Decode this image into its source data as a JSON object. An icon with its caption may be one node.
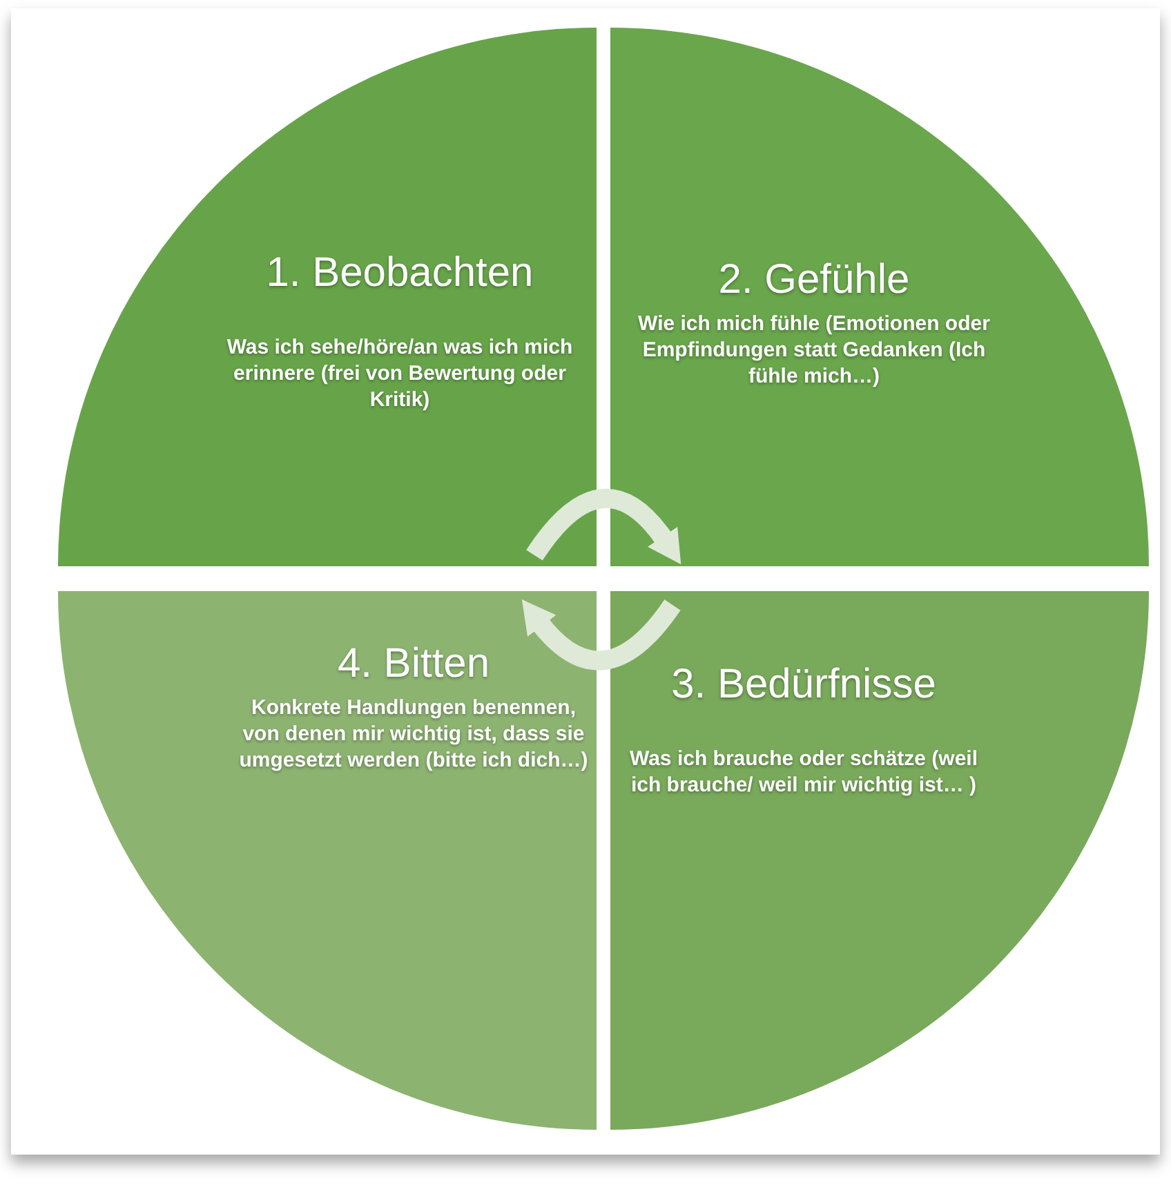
{
  "diagram": {
    "nodes": [
      {
        "text": [
          "1. Beobachten",
          "Was ich sehe/höre/an was ich mich erinnere (frei von Bewertung oder Kritik)"
        ]
      },
      {
        "text": [
          "2. Gefühle",
          "Wie ich mich fühle (Emotionen oder Empfindungen statt Gedanken (Ich fühle mich…)"
        ]
      },
      {
        "text": [
          "4. Bitten",
          "Konkrete Handlungen benennen, von denen mir wichtig ist, dass sie umgesetzt werden (bitte ich dich…)"
        ]
      },
      {
        "text": [
          "3. Bedürfnisse",
          "Was ich brauche oder schätze (weil ich brauche/ weil mir wichtig ist… )"
        ]
      }
    ],
    "edges": [
      {
        "from": 0,
        "to": 1,
        "arrow": "to"
      },
      {
        "from": 3,
        "to": 2,
        "arrow": "to"
      }
    ]
  }
}
